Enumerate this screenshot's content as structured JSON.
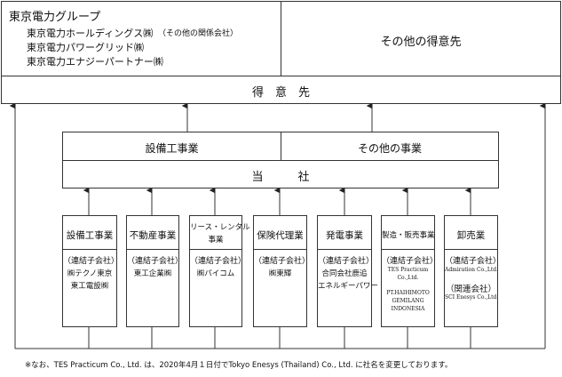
{
  "top_left": {
    "group_title": "東京電力グループ",
    "companies": [
      "東京電力ホールディングス㈱",
      "東京電力パワーグリッド㈱",
      "東京電力エナジーパートナー㈱"
    ],
    "note": "（その他の関係会社）"
  },
  "top_right": {
    "label": "その他の得意先"
  },
  "customers": {
    "label": "得　意　先"
  },
  "business_headers": {
    "left": "設備工事業",
    "right": "その他の事業"
  },
  "company": {
    "label": "当　　　社"
  },
  "segments": [
    {
      "title": "設備工事業",
      "sub1": "（連結子会社）",
      "lines": [
        "㈱テクノ東京",
        "東工電設㈱"
      ]
    },
    {
      "title": "不動産事業",
      "sub1": "（連結子会社）",
      "lines": [
        "東工企業㈱"
      ]
    },
    {
      "title": "リース・レンタル\n事業",
      "sub1": "（連結子会社）",
      "lines": [
        "㈱パイコム"
      ]
    },
    {
      "title": "保険代理業",
      "sub1": "（連結子会社）",
      "lines": [
        "㈱東輝"
      ]
    },
    {
      "title": "発電事業",
      "sub1": "（連結子会社）",
      "lines": [
        "合同会社鹿追",
        "エネルギーパワー"
      ]
    },
    {
      "title": "製造・販売事業",
      "sub1": "（連結子会社）",
      "lines": [
        "TES Practicum",
        "Co.,Ltd.",
        "",
        "PT.HAIHIMOTO",
        "GEMILANG",
        "INDONESIA"
      ]
    },
    {
      "title": "卸売業",
      "sub1": "（連結子会社）",
      "lines": [
        "Admiration Co.,Ltd.",
        "",
        "（関連会社）",
        "SCI Enesys Co.,Ltd."
      ]
    }
  ],
  "footnote": "※なお、TES Practicum Co., Ltd. は、2020年4月１日付でTokyo Enesys (Thailand) Co., Ltd. に社名を変更しております。"
}
